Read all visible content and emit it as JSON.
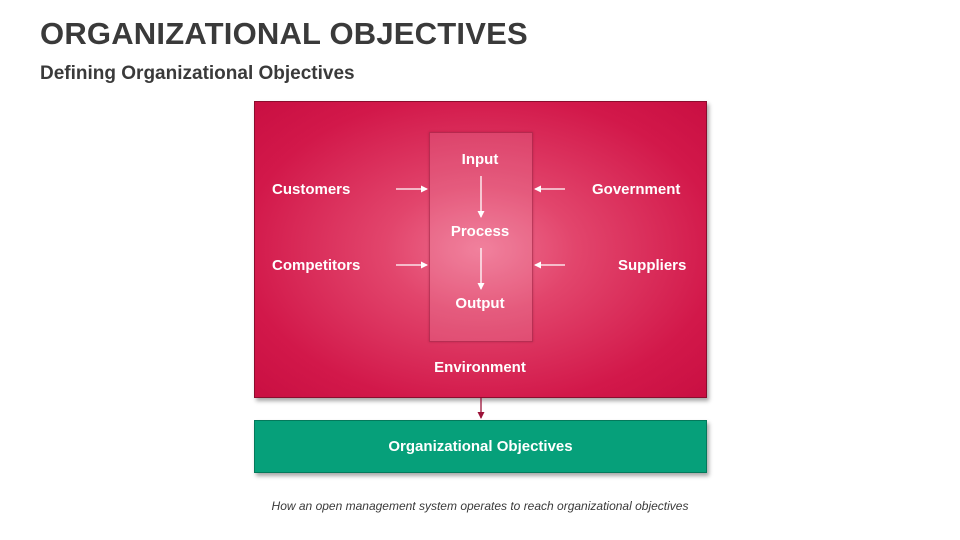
{
  "header": {
    "title": "ORGANIZATIONAL OBJECTIVES",
    "subtitle": "Defining Organizational Objectives"
  },
  "diagram": {
    "environment_label": "Environment",
    "system": {
      "input": "Input",
      "process": "Process",
      "output": "Output"
    },
    "factors": {
      "customers": "Customers",
      "competitors": "Competitors",
      "government": "Government",
      "suppliers": "Suppliers"
    },
    "objectives_label": "Organizational Objectives",
    "colors": {
      "environment": "#d2184a",
      "objectives": "#06a07a"
    }
  },
  "caption": "How an open management system operates to reach organizational objectives"
}
